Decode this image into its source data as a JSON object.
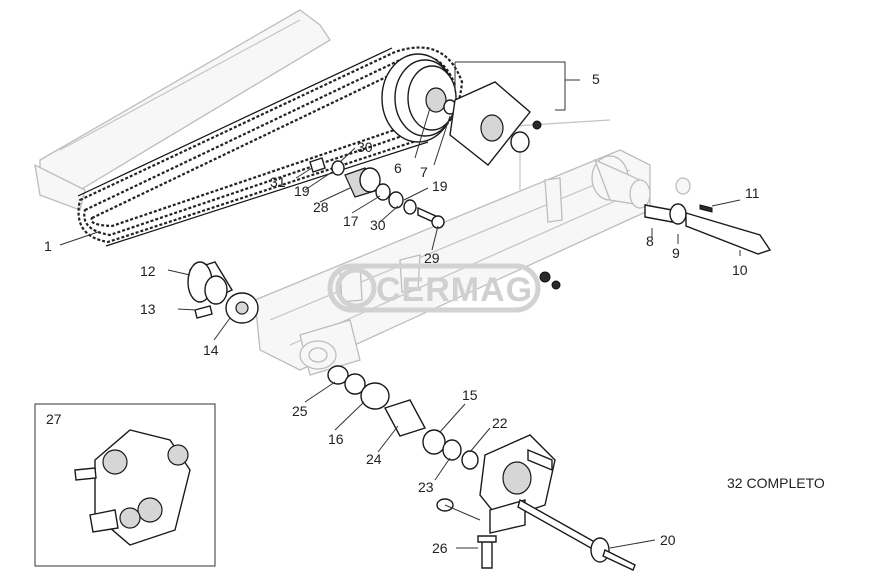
{
  "watermark": "CERMAG",
  "note": "32 COMPLETO",
  "callouts": {
    "c1": "1",
    "c5": "5",
    "c6": "6",
    "c7": "7",
    "c8": "8",
    "c9": "9",
    "c10": "10",
    "c11": "11",
    "c12": "12",
    "c13": "13",
    "c14": "14",
    "c15": "15",
    "c16": "16",
    "c17": "17",
    "c19a": "19",
    "c19b": "19",
    "c20": "20",
    "c22": "22",
    "c23": "23",
    "c24": "24",
    "c25": "25",
    "c26": "26",
    "c27": "27",
    "c28": "28",
    "c29": "29",
    "c30a": "30",
    "c30b": "30",
    "c31": "31"
  },
  "colors": {
    "ink": "#1a1a1a",
    "ghost": "#bdbdbd",
    "watermark": "#d0d0d0"
  }
}
